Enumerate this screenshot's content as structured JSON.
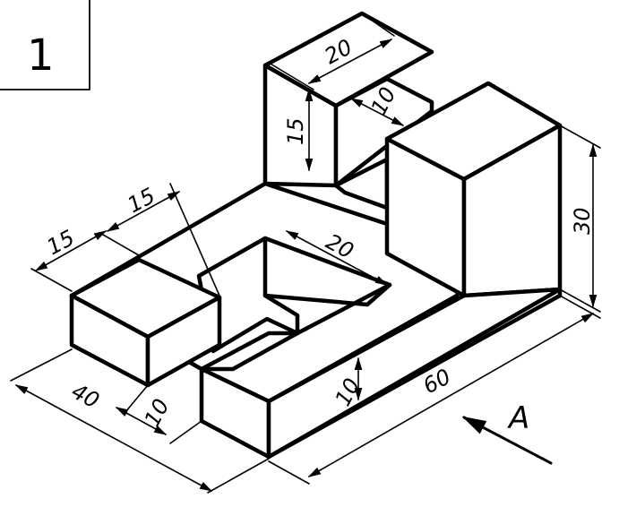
{
  "figure_number": "1",
  "view_label": "A",
  "dimensions": {
    "top_block_width": "20",
    "top_slot_depth": "10",
    "top_block_height": "15",
    "right_height": "30",
    "left_top_a": "15",
    "left_top_b": "15",
    "cutout_width": "20",
    "base_length": "60",
    "base_thickness": "10",
    "depth": "40",
    "front_step": "10"
  }
}
